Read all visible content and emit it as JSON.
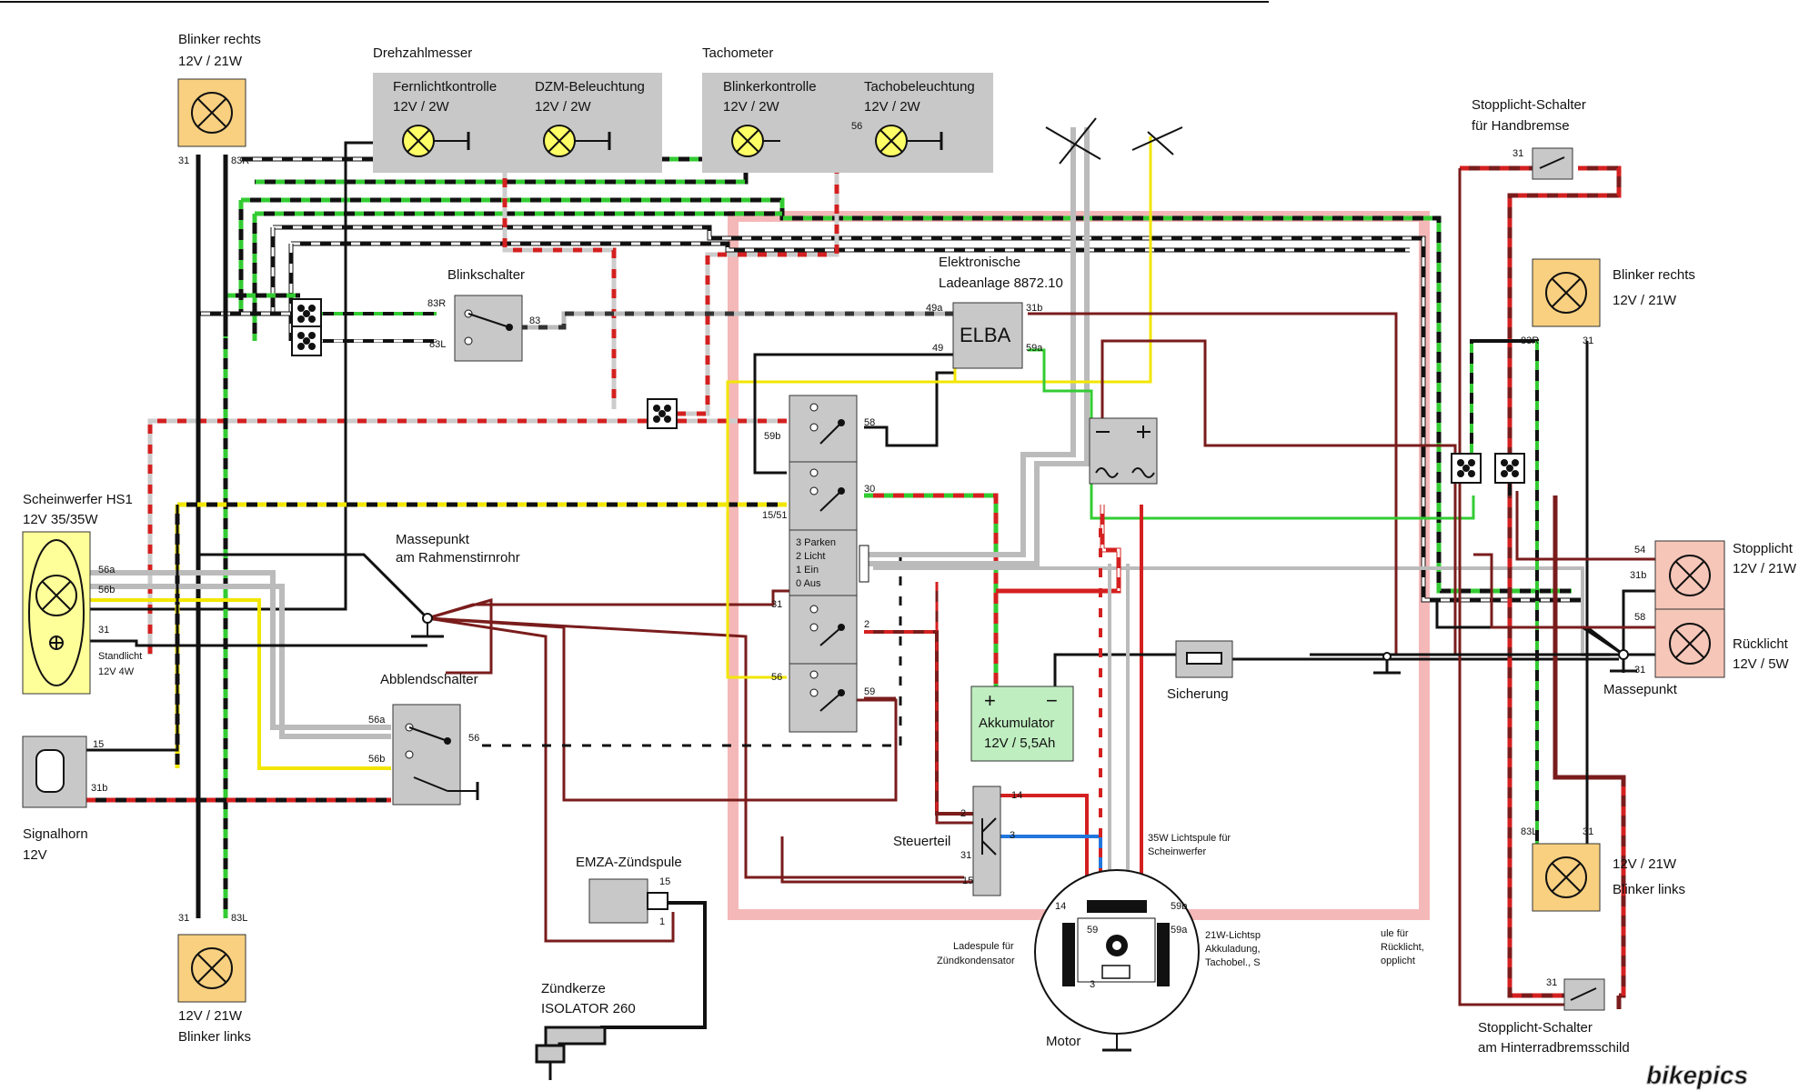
{
  "components": {
    "blinker_rechts_front": {
      "name": "Blinker rechts",
      "rating": "12V / 21W",
      "pin_a": "31",
      "pin_b": "83R"
    },
    "blinker_links_front": {
      "name": "Blinker links",
      "rating": "12V / 21W",
      "pin_a": "31",
      "pin_b": "83L"
    },
    "drehzahlmesser": {
      "title": "Drehzahlmesser",
      "lamp1": "Fernlichtkontrolle",
      "lamp1_rating": "12V / 2W",
      "lamp2": "DZM-Beleuchtung",
      "lamp2_rating": "12V / 2W"
    },
    "tachometer": {
      "title": "Tachometer",
      "lamp1": "Blinkerkontrolle",
      "lamp1_rating": "12V / 2W",
      "lamp2": "Tachobeleuchtung",
      "lamp2_rating": "12V / 2W",
      "pin": "56"
    },
    "blinkschalter": {
      "title": "Blinkschalter",
      "pin_r": "83R",
      "pin_l": "83L",
      "pin_in": "83"
    },
    "elba": {
      "title_line1": "Elektronische",
      "title_line2": "Ladeanlage 8872.10",
      "label": "ELBA",
      "pin_49a": "49a",
      "pin_49": "49",
      "pin_31b": "31b",
      "pin_59a": "59a"
    },
    "scheinwerfer": {
      "title": "Scheinwerfer HS1",
      "rating": "12V 35/35W",
      "pin_56a": "56a",
      "pin_56b": "56b",
      "pin_31": "31",
      "standlicht": "Standlicht",
      "standlicht_rating": "12V 4W"
    },
    "massepunkt_front": {
      "line1": "Massepunkt",
      "line2": "am Rahmenstirnrohr"
    },
    "zuendschloss": {
      "pin_59b": "59b",
      "pin_58": "58",
      "pin_1551": "15/51",
      "pin_30": "30",
      "pos3": "3 Parken",
      "pos2": "2 Licht",
      "pos1": "1 Ein",
      "pos0": "0 Aus",
      "pin_31": "31",
      "pin_2": "2",
      "pin_56": "56",
      "pin_59": "59"
    },
    "abblendschalter": {
      "title": "Abblendschalter",
      "pin_56a": "56a",
      "pin_56b": "56b",
      "pin_56": "56"
    },
    "signalhorn": {
      "name": "Signalhorn",
      "rating": "12V",
      "pin_15": "15",
      "pin_31b": "31b"
    },
    "akkumulator": {
      "name": "Akkumulator",
      "rating": "12V / 5,5Ah",
      "plus": "+",
      "minus": "−"
    },
    "sicherung": {
      "name": "Sicherung"
    },
    "steuerteil": {
      "name": "Steuerteil",
      "pin_2": "2",
      "pin_31": "31",
      "pin_14": "14",
      "pin_3": "3",
      "pin_15": "15"
    },
    "zuendspule": {
      "name": "EMZA-Zündspule",
      "pin_15": "15",
      "pin_1": "1"
    },
    "zuendkerze": {
      "name": "Zündkerze",
      "model": "ISOLATOR 260"
    },
    "motor": {
      "name": "Motor",
      "lichtspule35_l1": "35W Lichtspule für",
      "lichtspule35_l2": "Scheinwerfer",
      "ladespule_l1": "Ladespule für",
      "ladespule_l2": "Zündkondensator",
      "lichtspule21_l1": "21W-Lichtsp",
      "lichtspule21_l2": "Akkuladung,",
      "lichtspule21_l3": "Tachobel., S",
      "pin_14": "14",
      "pin_59": "59",
      "pin_59b": "59b",
      "pin_59a": "59a",
      "pin_3": "3"
    },
    "ruecklicht_note": {
      "l1": "ule für",
      "l2": "Rücklicht,",
      "l3": "opplicht"
    },
    "stopp_hand": {
      "line1": "Stopplicht-Schalter",
      "line2": "für Handbremse",
      "pin": "31"
    },
    "blinker_rechts_rear": {
      "name": "Blinker rechts",
      "rating": "12V / 21W",
      "pin_a": "83R",
      "pin_b": "31"
    },
    "blinker_links_rear": {
      "name": "Blinker links",
      "rating": "12V / 21W",
      "pin_a": "83L",
      "pin_b": "31"
    },
    "stopplicht": {
      "name": "Stopplicht",
      "rating": "12V / 21W",
      "pin_54": "54",
      "pin_31b": "31b"
    },
    "ruecklicht": {
      "name": "Rücklicht",
      "rating": "12V / 5W",
      "pin_58": "58",
      "pin_31": "31"
    },
    "massepunkt_rear": {
      "name": "Massepunkt"
    },
    "stopp_rear": {
      "line1": "Stopplicht-Schalter",
      "line2": "am Hinterradbremsschild",
      "pin": "31"
    }
  },
  "watermark": "bikepics",
  "colors": {
    "wire_black": "#111111",
    "wire_brown": "#7a1c1c",
    "wire_red": "#d42020",
    "wire_green": "#33cc33",
    "wire_yellow": "#f2e600",
    "wire_grey": "#bbbbbb",
    "wire_blue": "#2277dd",
    "lamp_amber": "#f8d080",
    "lamp_yellow": "#ffff66",
    "gauge_panel": "#c8c8c8",
    "battery_green": "#bfeec0",
    "taillight_pink": "#f6c6b8",
    "headlight_yellow": "#ffff99",
    "frame_pink": "#f5b8b8"
  }
}
